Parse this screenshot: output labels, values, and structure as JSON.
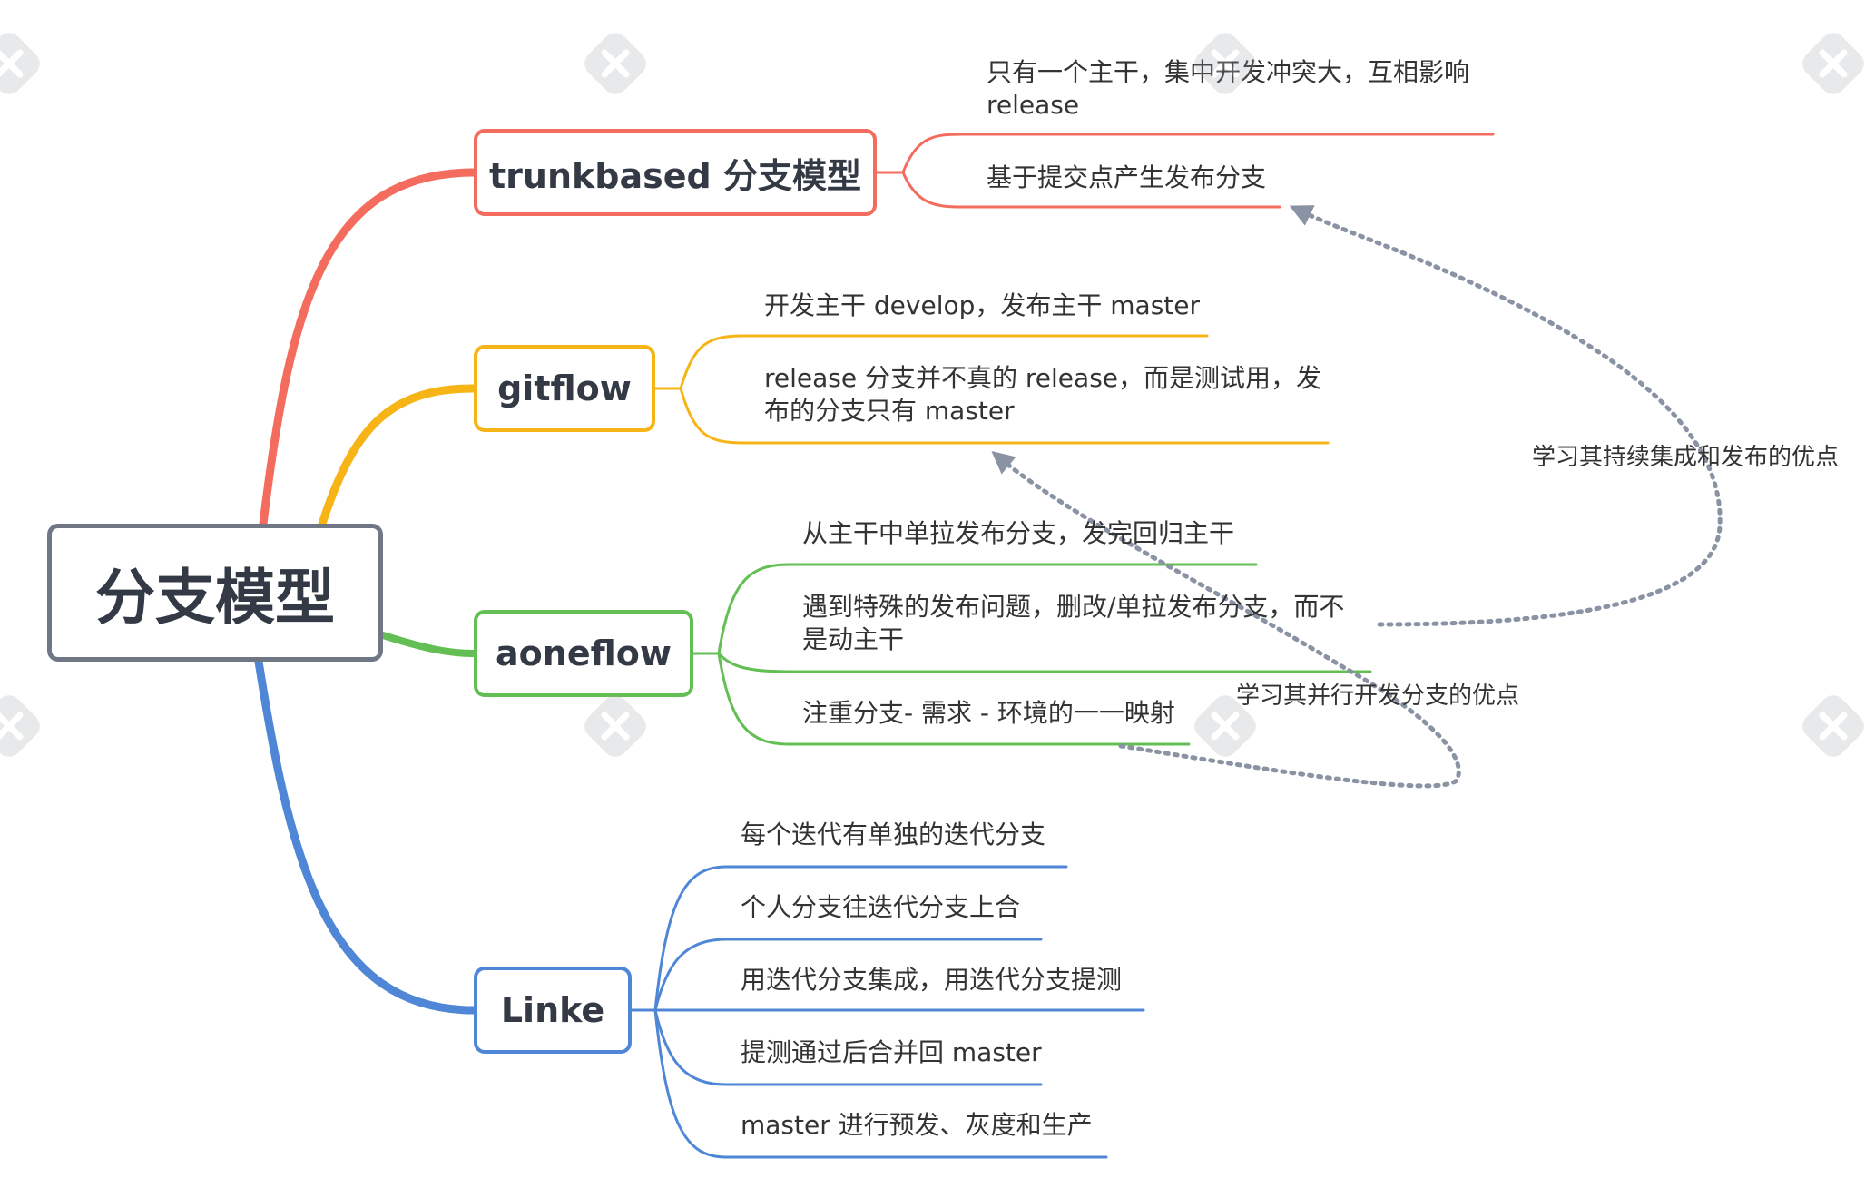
{
  "colors": {
    "root_border": "#6f7785",
    "trunk": "#f46c5e",
    "gitflow": "#f6b417",
    "aoneflow": "#63bf53",
    "linke": "#4f87d6",
    "relation": "#8a93a3",
    "text": "#333333"
  },
  "root": {
    "label": "分支模型"
  },
  "branches": [
    {
      "id": "trunk",
      "label": "trunkbased 分支模型",
      "color": "#f46c5e",
      "leaves": [
        "只有一个主干，集中开发冲突大，互相影响\nrelease",
        "基于提交点产生发布分支"
      ]
    },
    {
      "id": "gitflow",
      "label": "gitflow",
      "color": "#f6b417",
      "leaves": [
        "开发主干 develop，发布主干 master",
        "release 分支并不真的 release，而是测试用，发\n布的分支只有 master"
      ]
    },
    {
      "id": "aoneflow",
      "label": "aoneflow",
      "color": "#63bf53",
      "leaves": [
        "从主干中单拉发布分支，发完回归主干",
        "遇到特殊的发布问题，删改/单拉发布分支，而不\n是动主干",
        "注重分支- 需求 - 环境的一一映射"
      ]
    },
    {
      "id": "linke",
      "label": "Linke",
      "color": "#4f87d6",
      "leaves": [
        "每个迭代有单独的迭代分支",
        "个人分支往迭代分支上合",
        "用迭代分支集成，用迭代分支提测",
        "提测通过后合并回 master",
        "master 进行预发、灰度和生产"
      ]
    }
  ],
  "relationships": [
    {
      "label": "学习其持续集成和发布的优点"
    },
    {
      "label": "学习其并行开发分支的优点"
    }
  ],
  "watermark": {
    "icon": "xmind-logo-icon",
    "text": "XMind"
  }
}
